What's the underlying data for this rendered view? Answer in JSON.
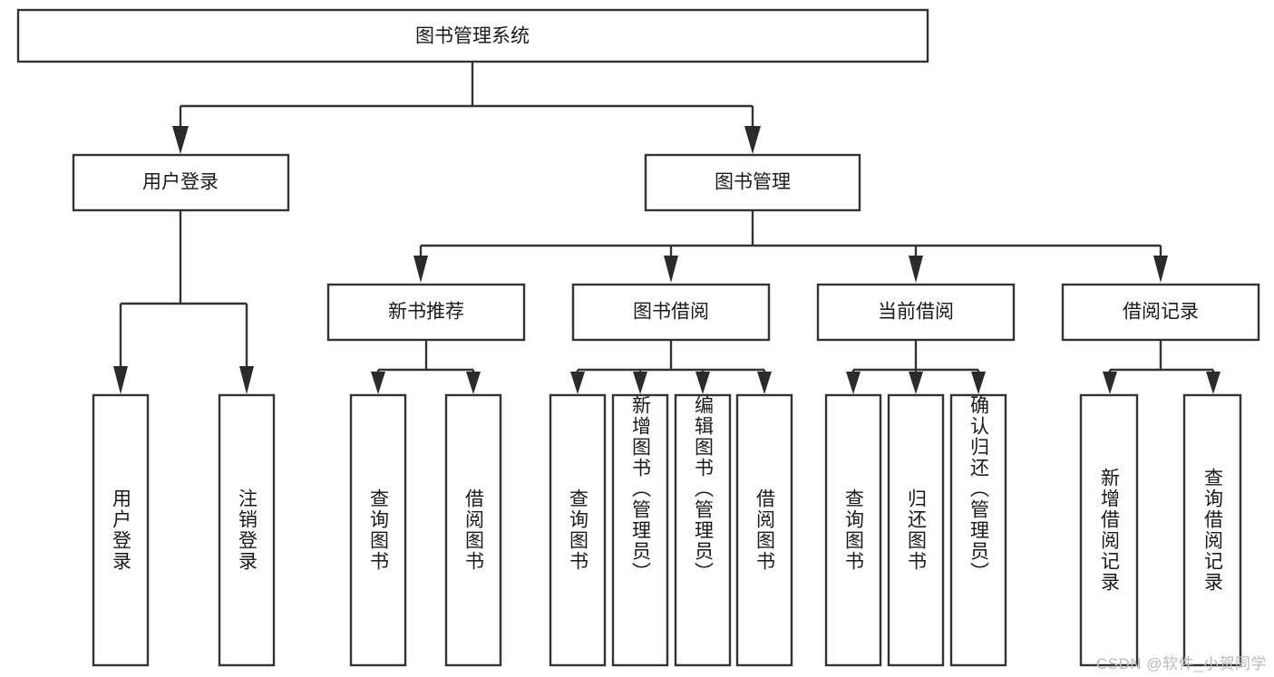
{
  "diagram": {
    "title": "图书管理系统",
    "type": "hierarchy-tree",
    "orientation": "top-down",
    "colors": {
      "background": "#ffffff",
      "box_stroke": "#333333",
      "box_fill": "#ffffff",
      "connector": "#333333",
      "arrow": "#2b2b2b",
      "label_text": "#1a1a1a",
      "watermark_text": "#b9b9b9"
    },
    "root": {
      "id": "root",
      "label": "图书管理系统",
      "level": 0,
      "orientation": "horizontal"
    },
    "level2": [
      {
        "id": "user-login",
        "label": "用户登录",
        "level": 1,
        "orientation": "horizontal"
      },
      {
        "id": "book-manage",
        "label": "图书管理",
        "level": 1,
        "orientation": "horizontal"
      }
    ],
    "level3": [
      {
        "id": "new-book-recommend",
        "label": "新书推荐",
        "level": 2,
        "orientation": "horizontal",
        "parent": "book-manage"
      },
      {
        "id": "book-borrow",
        "label": "图书借阅",
        "level": 2,
        "orientation": "horizontal",
        "parent": "book-manage"
      },
      {
        "id": "current-borrow",
        "label": "当前借阅",
        "level": 2,
        "orientation": "horizontal",
        "parent": "book-manage"
      },
      {
        "id": "borrow-record",
        "label": "借阅记录",
        "level": 2,
        "orientation": "horizontal",
        "parent": "book-manage"
      }
    ],
    "leaves": [
      {
        "id": "leaf-user-login",
        "label": "用户登录",
        "parent": "user-login",
        "orientation": "vertical"
      },
      {
        "id": "leaf-logout-login",
        "label": "注销登录",
        "parent": "user-login",
        "orientation": "vertical"
      },
      {
        "id": "leaf-query-book-1",
        "label": "查询图书",
        "parent": "new-book-recommend",
        "orientation": "vertical"
      },
      {
        "id": "leaf-borrow-book-1",
        "label": "借阅图书",
        "parent": "new-book-recommend",
        "orientation": "vertical"
      },
      {
        "id": "leaf-query-book-2",
        "label": "查询图书",
        "parent": "book-borrow",
        "orientation": "vertical"
      },
      {
        "id": "leaf-add-book",
        "label": "新增图书（管理员）",
        "parent": "book-borrow",
        "orientation": "vertical"
      },
      {
        "id": "leaf-edit-book",
        "label": "编辑图书（管理员）",
        "parent": "book-borrow",
        "orientation": "vertical"
      },
      {
        "id": "leaf-borrow-book-2",
        "label": "借阅图书",
        "parent": "book-borrow",
        "orientation": "vertical"
      },
      {
        "id": "leaf-query-book-3",
        "label": "查询图书",
        "parent": "current-borrow",
        "orientation": "vertical"
      },
      {
        "id": "leaf-return-book",
        "label": "归还图书",
        "parent": "current-borrow",
        "orientation": "vertical"
      },
      {
        "id": "leaf-confirm-return",
        "label": "确认归还（管理员）",
        "parent": "current-borrow",
        "orientation": "vertical"
      },
      {
        "id": "leaf-add-record",
        "label": "新增借阅记录",
        "parent": "borrow-record",
        "orientation": "vertical"
      },
      {
        "id": "leaf-query-record",
        "label": "查询借阅记录",
        "parent": "borrow-record",
        "orientation": "vertical"
      }
    ]
  },
  "watermark": {
    "text": "CSDN @软件_小贺同学"
  }
}
